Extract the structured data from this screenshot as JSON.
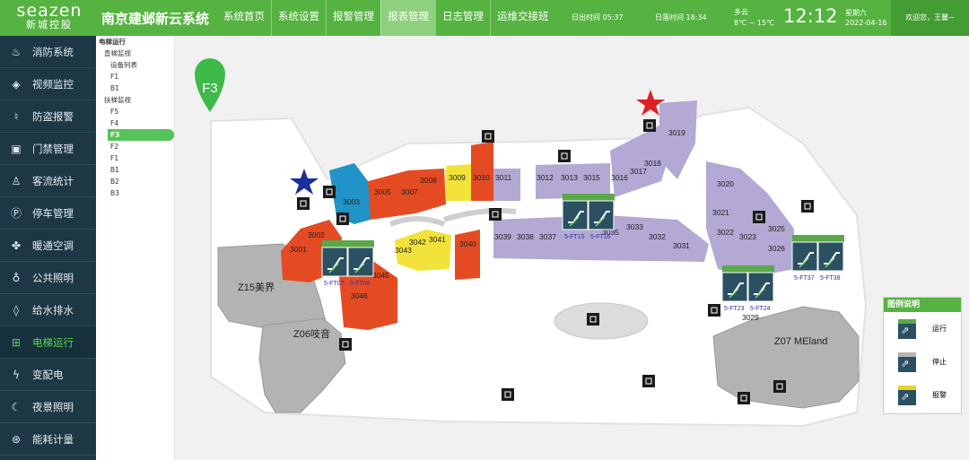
{
  "header": {
    "brand": "seazen",
    "brand_sub": "新城控股",
    "system_title": "南京建邺新云系统",
    "nav": [
      "系统首页",
      "系统设置",
      "报警管理",
      "报表管理",
      "日志管理",
      "运维交接班"
    ],
    "nav_active_index": 3,
    "sunrise": "日出时间  05:37",
    "sunset": "日落时间  18:34",
    "weather": "多云",
    "temp": "8℃ ~ 15℃",
    "time": "12:12",
    "weekday": "星期六",
    "date": "2022-04-16",
    "welcome": "欢迎您，王馨~",
    "color_primary": "#56b341"
  },
  "sidebar": {
    "items": [
      {
        "label": "消防系统",
        "icon": "fire-icon"
      },
      {
        "label": "视频监控",
        "icon": "camera-icon"
      },
      {
        "label": "防盗报警",
        "icon": "alarm-bell-icon"
      },
      {
        "label": "门禁管理",
        "icon": "door-icon"
      },
      {
        "label": "客流统计",
        "icon": "person-icon"
      },
      {
        "label": "停车管理",
        "icon": "parking-icon"
      },
      {
        "label": "暖通空调",
        "icon": "fan-icon"
      },
      {
        "label": "公共照明",
        "icon": "lightbulb-icon"
      },
      {
        "label": "给水排水",
        "icon": "water-drop-icon"
      },
      {
        "label": "电梯运行",
        "icon": "elevator-icon"
      },
      {
        "label": "变配电",
        "icon": "lightning-icon"
      },
      {
        "label": "夜景照明",
        "icon": "moon-icon"
      },
      {
        "label": "能耗计量",
        "icon": "meter-icon"
      }
    ],
    "active_index": 9,
    "color_bg": "#1d3744",
    "color_active": "#59d84a"
  },
  "tree": {
    "root": "电梯运行",
    "nodes": [
      {
        "label": "直梯监视",
        "level": 1
      },
      {
        "label": "设备列表",
        "level": 2
      },
      {
        "label": "F1",
        "level": 2
      },
      {
        "label": "B1",
        "level": 2
      },
      {
        "label": "扶梯监视",
        "level": 1
      },
      {
        "label": "F5",
        "level": 2
      },
      {
        "label": "F4",
        "level": 2
      },
      {
        "label": "F3",
        "level": 2,
        "selected": true
      },
      {
        "label": "F2",
        "level": 2
      },
      {
        "label": "F1",
        "level": 2
      },
      {
        "label": "B1",
        "level": 2
      },
      {
        "label": "B2",
        "level": 2
      },
      {
        "label": "B3",
        "level": 2
      }
    ]
  },
  "map": {
    "floor_badge": "F3",
    "zones": [
      {
        "name": "Z15美界"
      },
      {
        "name": "Z06吱音"
      },
      {
        "name": "Z07 MEland"
      }
    ],
    "shops": [
      "3001",
      "3002",
      "3003",
      "3005",
      "3007",
      "3008",
      "3009",
      "3010",
      "3011",
      "3012",
      "3013",
      "3015",
      "3016",
      "3017",
      "3018",
      "3019",
      "3020",
      "3021",
      "3022",
      "3023",
      "3025",
      "3026",
      "3029",
      "3031",
      "3032",
      "3033",
      "3035",
      "3037",
      "3038",
      "3039",
      "3040",
      "3041",
      "3042",
      "3043",
      "3045",
      "3046"
    ],
    "escalators": [
      {
        "labels": [
          "5-FT07",
          "5-FT08"
        ],
        "status": "running"
      },
      {
        "labels": [
          "5-FT15",
          "5-FT16"
        ],
        "status": "running"
      },
      {
        "labels": [
          "5-FT37",
          "5-FT38"
        ],
        "status": "running"
      },
      {
        "labels": [
          "5-FT23",
          "5-FT24"
        ],
        "status": "running"
      }
    ]
  },
  "legend": {
    "title": "图例说明",
    "items": [
      {
        "label": "运行",
        "color": "#5aa84a"
      },
      {
        "label": "停止",
        "color": "#b5b5b5"
      },
      {
        "label": "报警",
        "color": "#e4d22a"
      }
    ]
  },
  "colors": {
    "orange": "#e54b22",
    "blue": "#2193c8",
    "yellow": "#f2e33a",
    "purple": "#b3a9d4",
    "gray": "#bdbdbd",
    "escalator_bg": "#2b5062",
    "running": "#5aa84a"
  }
}
